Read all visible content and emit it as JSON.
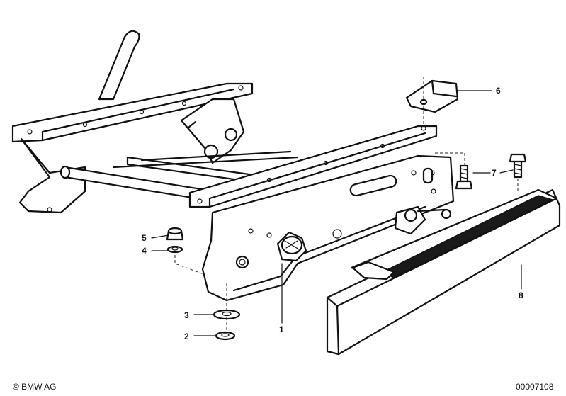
{
  "parts": [
    {
      "id": "1",
      "label": "1"
    },
    {
      "id": "2",
      "label": "2"
    },
    {
      "id": "3",
      "label": "3"
    },
    {
      "id": "4",
      "label": "4"
    },
    {
      "id": "5",
      "label": "5"
    },
    {
      "id": "6",
      "label": "6"
    },
    {
      "id": "7",
      "label": "7"
    },
    {
      "id": "8",
      "label": "8"
    }
  ],
  "copyright": "© BMW AG",
  "image_number": "00007108"
}
